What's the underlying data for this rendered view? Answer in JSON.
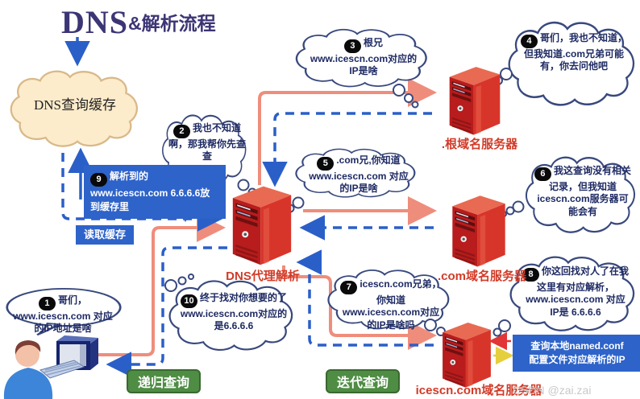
{
  "title": {
    "latin": "DNS",
    "cjk": "&解析流程"
  },
  "cache_cloud_label": "DNS查询缓存",
  "read_cache_label": "读取缓存",
  "legend": {
    "recursive": "递归查询",
    "iterative": "迭代查询"
  },
  "servers": {
    "proxy": "DNS代理解析",
    "root": ".根域名服务器",
    "com": ".com域名服务器",
    "icescn": "icescn.com域名服务器"
  },
  "named_conf": {
    "line1": "查询本地named.conf",
    "line2": "配置文件对应解析的IP"
  },
  "steps": [
    {
      "num": "1",
      "text": "哥们， www.icescn.com 对应的IP地址是啥"
    },
    {
      "num": "2",
      "text": "我也不知道啊，那我帮你先查查"
    },
    {
      "num": "3",
      "text": "根兄 www.icescn.com对应的IP是啥"
    },
    {
      "num": "4",
      "text": "哥们，我也不知道，但我知道.com兄弟可能有，你去问他吧"
    },
    {
      "num": "5",
      "text": ".com兄,你知道 www.icescn.com 对应的IP是啥"
    },
    {
      "num": "6",
      "text": "我这查询没有相关记录，但我知道icescn.com服务器可能会有"
    },
    {
      "num": "7",
      "text": "icescn.com兄弟，你知道www.icescn.com对应的IP是啥吗"
    },
    {
      "num": "8",
      "text": "你这回找对人了在我这里有对应解析，www.icescn.com 对应IP是 6.6.6.6"
    },
    {
      "num": "9",
      "text": "解析到的www.icescn.com 6.6.6.6放到缓存里"
    },
    {
      "num": "10",
      "text": "终于找对你想要的了 www.icescn.com对应的是6.6.6.6"
    }
  ],
  "watermark": "CSDN @zai.zai",
  "colors": {
    "query_arrow": "#ef8d7c",
    "response_arrow": "#2b5fc8",
    "server_red": "#c42020",
    "callout_blue": "#2e63c9",
    "legend_green": "#4f8c44",
    "cloud_outline": "#39497e",
    "cache_fill": "#fdeccb",
    "title_color": "#3c3575"
  }
}
